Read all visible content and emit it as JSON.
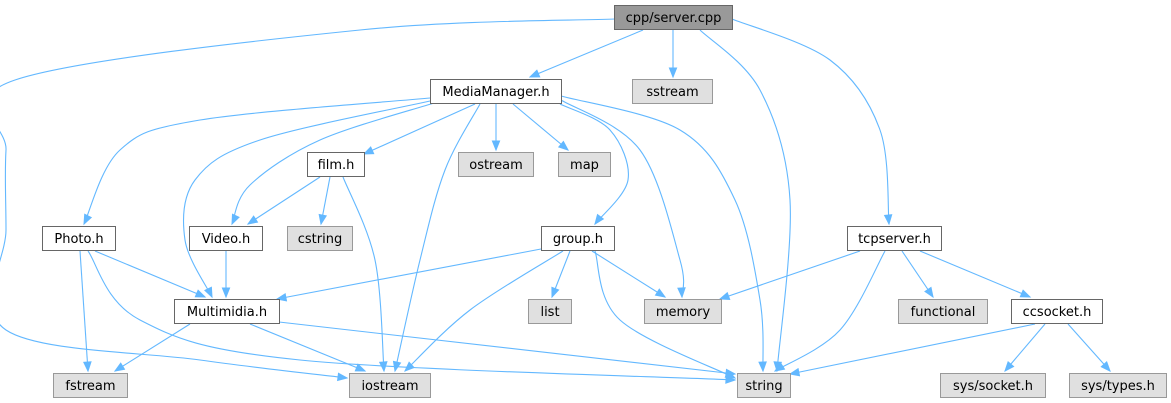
{
  "colors": {
    "root_fill": "#999999",
    "root_stroke": "#666666",
    "file_fill": "#ffffff",
    "file_stroke": "#666666",
    "system_fill": "#e0e0e0",
    "system_stroke": "#999999",
    "edge": "#63b8ff"
  },
  "diagram": {
    "nodes": [
      {
        "id": "cpp-server-cpp",
        "label": "cpp/server.cpp",
        "kind": "root"
      },
      {
        "id": "mediamanager-h",
        "label": "MediaManager.h",
        "kind": "file"
      },
      {
        "id": "sstream",
        "label": "sstream",
        "kind": "system"
      },
      {
        "id": "film-h",
        "label": "film.h",
        "kind": "file"
      },
      {
        "id": "ostream",
        "label": "ostream",
        "kind": "system"
      },
      {
        "id": "map",
        "label": "map",
        "kind": "system"
      },
      {
        "id": "photo-h",
        "label": "Photo.h",
        "kind": "file"
      },
      {
        "id": "video-h",
        "label": "Video.h",
        "kind": "file"
      },
      {
        "id": "cstring",
        "label": "cstring",
        "kind": "system"
      },
      {
        "id": "group-h",
        "label": "group.h",
        "kind": "file"
      },
      {
        "id": "tcpserver-h",
        "label": "tcpserver.h",
        "kind": "file"
      },
      {
        "id": "multimidia-h",
        "label": "Multimidia.h",
        "kind": "file"
      },
      {
        "id": "list",
        "label": "list",
        "kind": "system"
      },
      {
        "id": "memory",
        "label": "memory",
        "kind": "system"
      },
      {
        "id": "functional",
        "label": "functional",
        "kind": "system"
      },
      {
        "id": "ccsocket-h",
        "label": "ccsocket.h",
        "kind": "file"
      },
      {
        "id": "fstream",
        "label": "fstream",
        "kind": "system"
      },
      {
        "id": "iostream",
        "label": "iostream",
        "kind": "system"
      },
      {
        "id": "string",
        "label": "string",
        "kind": "system"
      },
      {
        "id": "sys-socket-h",
        "label": "sys/socket.h",
        "kind": "system"
      },
      {
        "id": "sys-types-h",
        "label": "sys/types.h",
        "kind": "system"
      }
    ],
    "edges": [
      {
        "from": "cpp-server-cpp",
        "to": "mediamanager-h"
      },
      {
        "from": "cpp-server-cpp",
        "to": "sstream"
      },
      {
        "from": "cpp-server-cpp",
        "to": "iostream"
      },
      {
        "from": "cpp-server-cpp",
        "to": "string"
      },
      {
        "from": "cpp-server-cpp",
        "to": "tcpserver-h"
      },
      {
        "from": "mediamanager-h",
        "to": "photo-h"
      },
      {
        "from": "mediamanager-h",
        "to": "multimidia-h"
      },
      {
        "from": "mediamanager-h",
        "to": "video-h"
      },
      {
        "from": "mediamanager-h",
        "to": "film-h"
      },
      {
        "from": "mediamanager-h",
        "to": "iostream"
      },
      {
        "from": "mediamanager-h",
        "to": "ostream"
      },
      {
        "from": "mediamanager-h",
        "to": "map"
      },
      {
        "from": "mediamanager-h",
        "to": "group-h"
      },
      {
        "from": "mediamanager-h",
        "to": "memory"
      },
      {
        "from": "mediamanager-h",
        "to": "string"
      },
      {
        "from": "film-h",
        "to": "video-h"
      },
      {
        "from": "film-h",
        "to": "cstring"
      },
      {
        "from": "film-h",
        "to": "iostream"
      },
      {
        "from": "photo-h",
        "to": "multimidia-h"
      },
      {
        "from": "photo-h",
        "to": "fstream"
      },
      {
        "from": "photo-h",
        "to": "string"
      },
      {
        "from": "video-h",
        "to": "multimidia-h"
      },
      {
        "from": "multimidia-h",
        "to": "fstream"
      },
      {
        "from": "multimidia-h",
        "to": "iostream"
      },
      {
        "from": "multimidia-h",
        "to": "string"
      },
      {
        "from": "group-h",
        "to": "multimidia-h"
      },
      {
        "from": "group-h",
        "to": "list"
      },
      {
        "from": "group-h",
        "to": "memory"
      },
      {
        "from": "group-h",
        "to": "iostream"
      },
      {
        "from": "group-h",
        "to": "string"
      },
      {
        "from": "tcpserver-h",
        "to": "memory"
      },
      {
        "from": "tcpserver-h",
        "to": "string"
      },
      {
        "from": "tcpserver-h",
        "to": "functional"
      },
      {
        "from": "tcpserver-h",
        "to": "ccsocket-h"
      },
      {
        "from": "ccsocket-h",
        "to": "string"
      },
      {
        "from": "ccsocket-h",
        "to": "sys-socket-h"
      },
      {
        "from": "ccsocket-h",
        "to": "sys-types-h"
      }
    ]
  }
}
